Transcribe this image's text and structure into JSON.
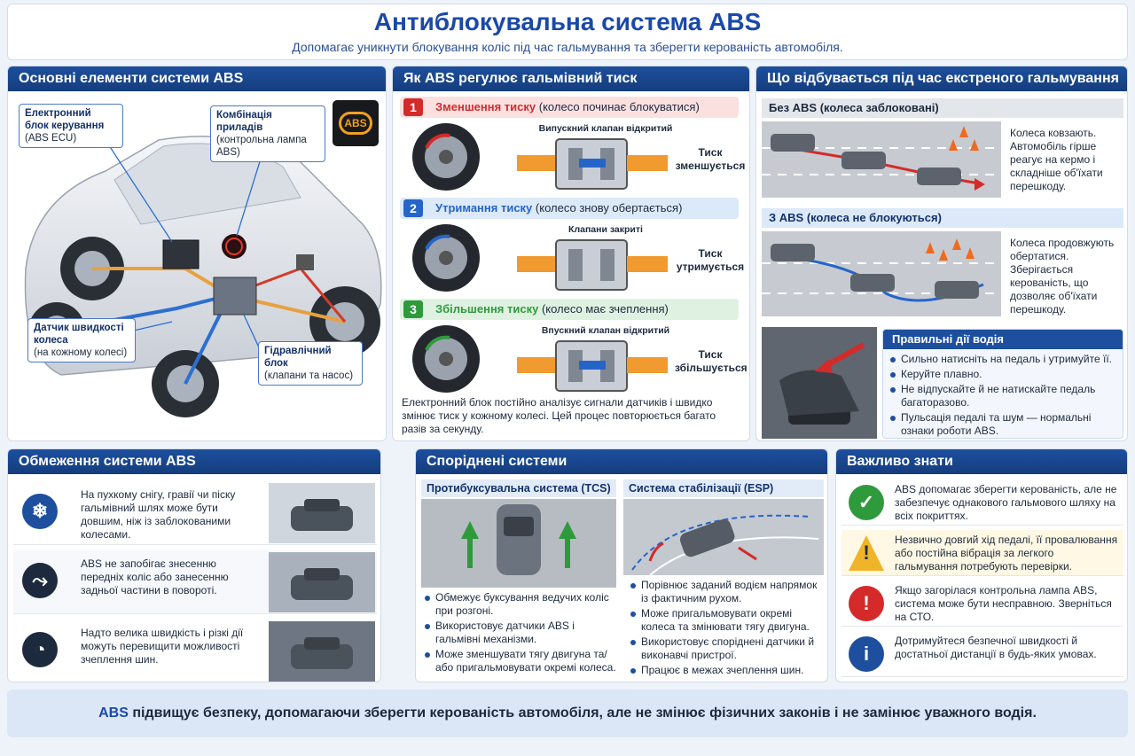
{
  "header": {
    "title": "Антиблокувальна система ABS",
    "subtitle": "Допомагає уникнути блокування коліс під час гальмування та зберегти керованість автомобіля."
  },
  "components": {
    "title": "Основні елементи системи ABS",
    "ecu_title": "Електронний блок керування",
    "ecu_sub": "(ABS ECU)",
    "dash_title": "Комбінація приладів",
    "dash_sub": "(контрольна лампа ABS)",
    "lamp_text": "ABS",
    "sensor_title": "Датчик швидкості колеса",
    "sensor_sub": "(на кожному колесі)",
    "hydro_title": "Гідравлічний блок",
    "hydro_sub": "(клапани та насос)"
  },
  "regulation": {
    "title": "Як ABS регулює гальмівний тиск",
    "steps": [
      {
        "num": "1",
        "name": "Зменшення тиску",
        "note": "(колесо починає блокуватися)",
        "valve": "Випускний клапан відкритий",
        "result1": "Тиск",
        "result2": "зменшується"
      },
      {
        "num": "2",
        "name": "Утримання тиску",
        "note": "(колесо знову обертається)",
        "valve": "Клапани закриті",
        "result1": "Тиск",
        "result2": "утримується"
      },
      {
        "num": "3",
        "name": "Збільшення тиску",
        "note": "(колесо має зчеплення)",
        "valve": "Впускний клапан відкритий",
        "result1": "Тиск",
        "result2": "збільшується"
      }
    ],
    "description": "Електронний блок постійно аналізує сигнали датчиків і швидко змінює тиск у кожному колесі. Цей процес повторюється багато разів за секунду."
  },
  "emergency": {
    "title": "Що відбувається під час екстреного гальмування",
    "without_title": "Без ABS (колеса заблоковані)",
    "without_text": "Колеса ковзають. Автомобіль гірше реагує на кермо і складніше об'їхати перешкоду.",
    "with_title": "З ABS (колеса не блокуються)",
    "with_text": "Колеса продовжують обертатися. Зберігається керованість, що дозволяє об'їхати перешкоду.",
    "actions_title": "Правильні дії водія",
    "actions": [
      "Сильно натисніть на педаль і утримуйте її.",
      "Керуйте плавно.",
      "Не відпускайте й не натискайте педаль багаторазово.",
      "Пульсація педалі та шум — нормальні ознаки роботи ABS."
    ]
  },
  "limits": {
    "title": "Обмеження системи ABS",
    "items": [
      "На пухкому снігу, гравії чи піску гальмівний шлях може бути довшим, ніж із заблокованими колесами.",
      "ABS не запобігає знесенню передніх коліс або занесенню задньої частини в повороті.",
      "Надто велика швидкість і різкі дії можуть перевищити можливості зчеплення шин."
    ]
  },
  "related": {
    "title": "Споріднені системи",
    "tcs_title": "Протибуксувальна система (TCS)",
    "tcs_items": [
      "Обмежує буксування ведучих коліс при розгоні.",
      "Використовує датчики ABS і гальмівні механізми.",
      "Може зменшувати тягу двигуна та/або пригальмовувати окремі колеса."
    ],
    "esp_title": "Система стабілізації (ESP)",
    "esp_items": [
      "Порівнює заданий водієм напрямок із фактичним рухом.",
      "Може пригальмовувати окремі колеса та змінювати тягу двигуна.",
      "Використовує споріднені датчики й виконавчі пристрої.",
      "Працює в межах зчеплення шин."
    ]
  },
  "important": {
    "title": "Важливо знати",
    "items": [
      "ABS допомагає зберегти керованість, але не забезпечує однакового гальмового шляху на всіх покриттях.",
      "Незвично довгий хід педалі, її провалювання або постійна вібрація за легкого гальмування потребують перевірки.",
      "Якщо загорілася контрольна лампа ABS, система може бути несправною. Зверніться на СТО.",
      "Дотримуйтеся безпечної швидкості й достатньої дистанції в будь-яких умовах."
    ]
  },
  "footer": {
    "highlight": "ABS",
    "text": " підвищує безпеку, допомагаючи зберегти керованість автомобіля, але не змінює фізичних законів і не замінює уважного водія."
  },
  "colors": {
    "accent": "#1d4f9e",
    "red": "#d42a2a",
    "blue": "#2565c9",
    "green": "#2f9a3c",
    "orange": "#f0a43a"
  }
}
